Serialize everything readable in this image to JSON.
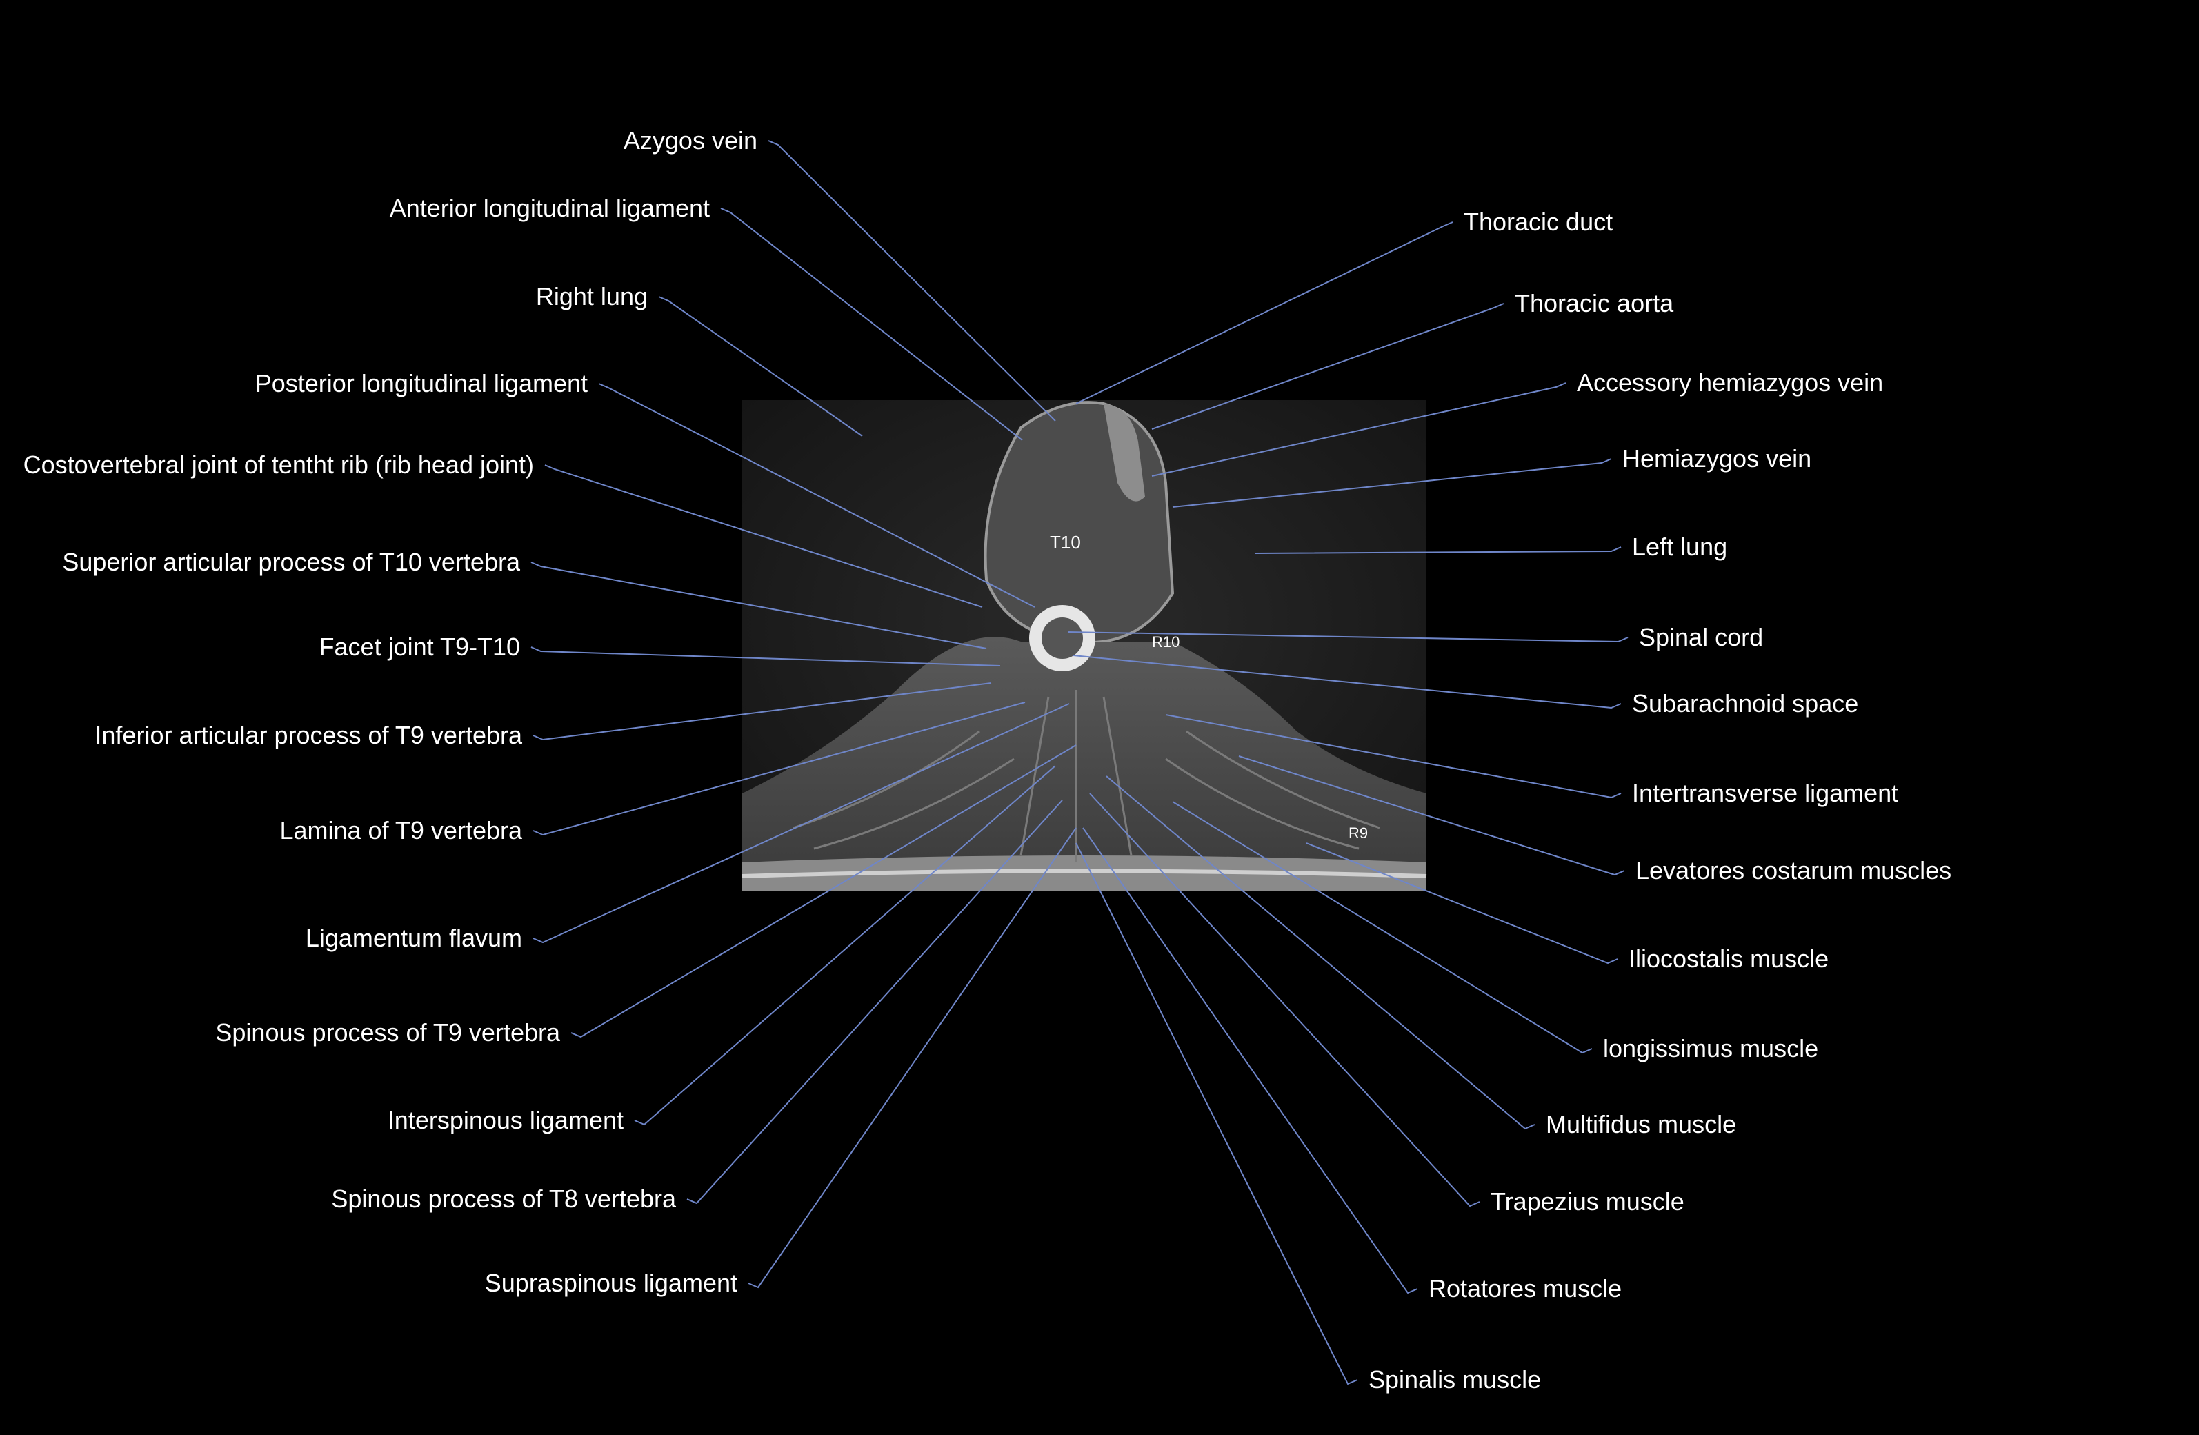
{
  "image_markers": {
    "vertebra": "T10",
    "rib_right": "R10",
    "rib_lower": "R9"
  },
  "leader_color": "#6f86c9",
  "labels": [
    {
      "text": "Azygos vein",
      "side": "left"
    },
    {
      "text": "Anterior longitudinal ligament",
      "side": "left"
    },
    {
      "text": "Right lung",
      "side": "left"
    },
    {
      "text": "Posterior longitudinal ligament",
      "side": "left"
    },
    {
      "text": "Costovertebral joint of tentht rib (rib head joint)",
      "side": "left"
    },
    {
      "text": "Superior articular process of T10 vertebra",
      "side": "left"
    },
    {
      "text": "Facet joint T9-T10",
      "side": "left"
    },
    {
      "text": "Inferior articular process of T9 vertebra",
      "side": "left"
    },
    {
      "text": "Lamina of T9 vertebra",
      "side": "left"
    },
    {
      "text": "Ligamentum flavum",
      "side": "left"
    },
    {
      "text": "Spinous process of T9 vertebra",
      "side": "left"
    },
    {
      "text": "Interspinous ligament",
      "side": "left"
    },
    {
      "text": "Spinous process of T8 vertebra",
      "side": "left"
    },
    {
      "text": "Supraspinous ligament",
      "side": "left"
    },
    {
      "text": "Thoracic duct",
      "side": "right"
    },
    {
      "text": "Thoracic aorta",
      "side": "right"
    },
    {
      "text": "Accessory hemiazygos vein",
      "side": "right"
    },
    {
      "text": "Hemiazygos vein",
      "side": "right"
    },
    {
      "text": "Left lung",
      "side": "right"
    },
    {
      "text": "Spinal cord",
      "side": "right"
    },
    {
      "text": "Subarachnoid space",
      "side": "right"
    },
    {
      "text": "Intertransverse ligament",
      "side": "right"
    },
    {
      "text": "Levatores costarum muscles",
      "side": "right"
    },
    {
      "text": "Iliocostalis muscle",
      "side": "right"
    },
    {
      "text": "longissimus muscle",
      "side": "right"
    },
    {
      "text": "Multifidus muscle",
      "side": "right"
    },
    {
      "text": "Trapezius muscle",
      "side": "right"
    },
    {
      "text": "Rotatores muscle",
      "side": "right"
    },
    {
      "text": "Spinalis muscle",
      "side": "right"
    }
  ]
}
